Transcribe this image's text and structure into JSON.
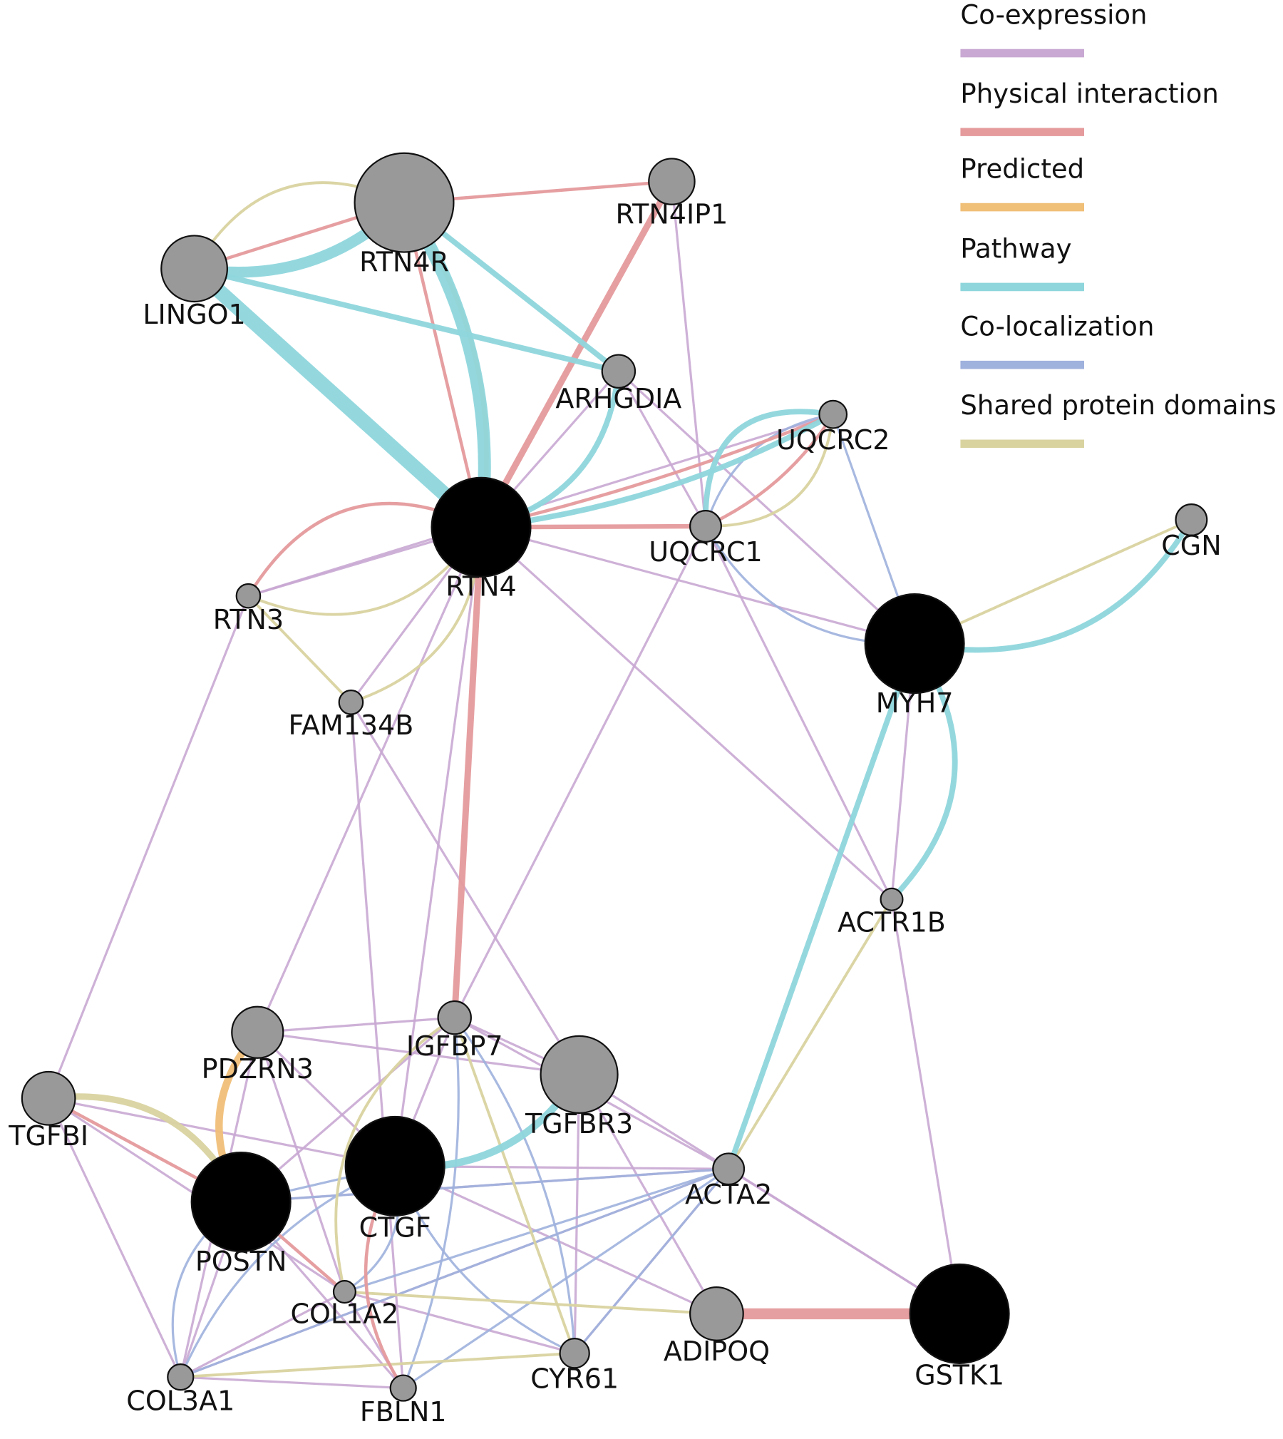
{
  "colors": {
    "coexpression": "#c9a9d3",
    "physical": "#e59a9c",
    "predicted": "#f0bf78",
    "pathway": "#8ed6dc",
    "colocalization": "#9fb1dd",
    "domains": "#d9d3a0",
    "query_node": "#000000",
    "related_node": "#999999"
  },
  "legend": [
    {
      "label": "Co-expression",
      "color_key": "coexpression"
    },
    {
      "label": "Physical interaction",
      "color_key": "physical"
    },
    {
      "label": "Predicted",
      "color_key": "predicted"
    },
    {
      "label": "Pathway",
      "color_key": "pathway"
    },
    {
      "label": "Co-localization",
      "color_key": "colocalization"
    },
    {
      "label": "Shared protein domains",
      "color_key": "domains"
    }
  ],
  "nodes": [
    {
      "id": "LINGO1",
      "label": "LINGO1",
      "type": "related"
    },
    {
      "id": "RTN4R",
      "label": "RTN4R",
      "type": "related"
    },
    {
      "id": "RTN4IP1",
      "label": "RTN4IP1",
      "type": "related"
    },
    {
      "id": "ARHGDIA",
      "label": "ARHGDIA",
      "type": "related"
    },
    {
      "id": "UQCRC2",
      "label": "UQCRC2",
      "type": "related"
    },
    {
      "id": "RTN4",
      "label": "RTN4",
      "type": "query"
    },
    {
      "id": "UQCRC1",
      "label": "UQCRC1",
      "type": "related"
    },
    {
      "id": "CGN",
      "label": "CGN",
      "type": "related"
    },
    {
      "id": "RTN3",
      "label": "RTN3",
      "type": "related"
    },
    {
      "id": "MYH7",
      "label": "MYH7",
      "type": "query"
    },
    {
      "id": "FAM134B",
      "label": "FAM134B",
      "type": "related"
    },
    {
      "id": "ACTR1B",
      "label": "ACTR1B",
      "type": "related"
    },
    {
      "id": "IGFBP7",
      "label": "IGFBP7",
      "type": "related"
    },
    {
      "id": "PDZRN3",
      "label": "PDZRN3",
      "type": "related"
    },
    {
      "id": "TGFBR3",
      "label": "TGFBR3",
      "type": "related"
    },
    {
      "id": "TGFBI",
      "label": "TGFBI",
      "type": "related"
    },
    {
      "id": "CTGF",
      "label": "CTGF",
      "type": "query"
    },
    {
      "id": "POSTN",
      "label": "POSTN",
      "type": "query"
    },
    {
      "id": "ACTA2",
      "label": "ACTA2",
      "type": "related"
    },
    {
      "id": "COL1A2",
      "label": "COL1A2",
      "type": "related"
    },
    {
      "id": "ADIPOQ",
      "label": "ADIPOQ",
      "type": "related"
    },
    {
      "id": "GSTK1",
      "label": "GSTK1",
      "type": "query"
    },
    {
      "id": "CYR61",
      "label": "CYR61",
      "type": "related"
    },
    {
      "id": "COL3A1",
      "label": "COL3A1",
      "type": "related"
    },
    {
      "id": "FBLN1",
      "label": "FBLN1",
      "type": "related"
    }
  ],
  "edges": [
    {
      "source": "LINGO1",
      "target": "RTN4",
      "type": "pathway"
    },
    {
      "source": "RTN4R",
      "target": "RTN4",
      "type": "pathway"
    },
    {
      "source": "LINGO1",
      "target": "RTN4R",
      "type": "pathway"
    },
    {
      "source": "LINGO1",
      "target": "ARHGDIA",
      "type": "pathway"
    },
    {
      "source": "RTN4R",
      "target": "ARHGDIA",
      "type": "pathway"
    },
    {
      "source": "ARHGDIA",
      "target": "RTN4",
      "type": "pathway"
    },
    {
      "source": "RTN4",
      "target": "UQCRC2",
      "type": "pathway"
    },
    {
      "source": "UQCRC1",
      "target": "UQCRC2",
      "type": "pathway"
    },
    {
      "source": "MYH7",
      "target": "CGN",
      "type": "pathway"
    },
    {
      "source": "MYH7",
      "target": "ACTR1B",
      "type": "pathway"
    },
    {
      "source": "MYH7",
      "target": "ACTA2",
      "type": "pathway"
    },
    {
      "source": "CTGF",
      "target": "TGFBR3",
      "type": "pathway"
    },
    {
      "source": "LINGO1",
      "target": "RTN4R",
      "type": "physical"
    },
    {
      "source": "RTN4R",
      "target": "RTN4IP1",
      "type": "physical"
    },
    {
      "source": "RTN4",
      "target": "RTN4IP1",
      "type": "physical"
    },
    {
      "source": "RTN4R",
      "target": "RTN4",
      "type": "physical"
    },
    {
      "source": "RTN4",
      "target": "UQCRC1",
      "type": "physical"
    },
    {
      "source": "RTN4",
      "target": "UQCRC2",
      "type": "physical"
    },
    {
      "source": "UQCRC1",
      "target": "UQCRC2",
      "type": "physical"
    },
    {
      "source": "RTN3",
      "target": "RTN4",
      "type": "physical"
    },
    {
      "source": "RTN4",
      "target": "IGFBP7",
      "type": "physical"
    },
    {
      "source": "TGFBI",
      "target": "POSTN",
      "type": "physical"
    },
    {
      "source": "CTGF",
      "target": "FBLN1",
      "type": "physical"
    },
    {
      "source": "POSTN",
      "target": "COL1A2",
      "type": "physical"
    },
    {
      "source": "ADIPOQ",
      "target": "GSTK1",
      "type": "physical"
    },
    {
      "source": "RTN4R",
      "target": "RTN4",
      "type": "predicted"
    },
    {
      "source": "PDZRN3",
      "target": "POSTN",
      "type": "predicted"
    },
    {
      "source": "LINGO1",
      "target": "RTN4R",
      "type": "domains"
    },
    {
      "source": "RTN3",
      "target": "RTN4",
      "type": "domains"
    },
    {
      "source": "RTN3",
      "target": "FAM134B",
      "type": "domains"
    },
    {
      "source": "FAM134B",
      "target": "RTN4",
      "type": "domains"
    },
    {
      "source": "UQCRC1",
      "target": "UQCRC2",
      "type": "domains"
    },
    {
      "source": "MYH7",
      "target": "CGN",
      "type": "domains"
    },
    {
      "source": "TGFBI",
      "target": "POSTN",
      "type": "domains"
    },
    {
      "source": "ACTR1B",
      "target": "ACTA2",
      "type": "domains"
    },
    {
      "source": "IGFBP7",
      "target": "COL1A2",
      "type": "domains"
    },
    {
      "source": "COL1A2",
      "target": "ADIPOQ",
      "type": "domains"
    },
    {
      "source": "COL3A1",
      "target": "CYR61",
      "type": "domains"
    },
    {
      "source": "IGFBP7",
      "target": "CYR61",
      "type": "domains"
    },
    {
      "source": "UQCRC2",
      "target": "MYH7",
      "type": "colocalization"
    },
    {
      "source": "UQCRC1",
      "target": "MYH7",
      "type": "colocalization"
    },
    {
      "source": "UQCRC1",
      "target": "UQCRC2",
      "type": "colocalization"
    },
    {
      "source": "POSTN",
      "target": "ACTA2",
      "type": "colocalization"
    },
    {
      "source": "COL1A2",
      "target": "ACTA2",
      "type": "colocalization"
    },
    {
      "source": "COL3A1",
      "target": "ACTA2",
      "type": "colocalization"
    },
    {
      "source": "POSTN",
      "target": "COL3A1",
      "type": "colocalization"
    },
    {
      "source": "CTGF",
      "target": "CYR61",
      "type": "colocalization"
    },
    {
      "source": "COL3A1",
      "target": "CTGF",
      "type": "colocalization"
    },
    {
      "source": "IGFBP7",
      "target": "CYR61",
      "type": "colocalization"
    },
    {
      "source": "FBLN1",
      "target": "IGFBP7",
      "type": "colocalization"
    },
    {
      "source": "COL1A2",
      "target": "CTGF",
      "type": "colocalization"
    },
    {
      "source": "FBLN1",
      "target": "ACTA2",
      "type": "colocalization"
    },
    {
      "source": "CYR61",
      "target": "ACTA2",
      "type": "colocalization"
    },
    {
      "source": "POSTN",
      "target": "CTGF",
      "type": "colocalization"
    },
    {
      "source": "RTN4IP1",
      "target": "UQCRC1",
      "type": "coexpression"
    },
    {
      "source": "ARHGDIA",
      "target": "UQCRC1",
      "type": "coexpression"
    },
    {
      "source": "ARHGDIA",
      "target": "MYH7",
      "type": "coexpression"
    },
    {
      "source": "RTN4",
      "target": "ARHGDIA",
      "type": "coexpression"
    },
    {
      "source": "RTN4",
      "target": "MYH7",
      "type": "coexpression"
    },
    {
      "source": "RTN4",
      "target": "ACTR1B",
      "type": "coexpression"
    },
    {
      "source": "RTN4",
      "target": "RTN3",
      "type": "coexpression"
    },
    {
      "source": "RTN4",
      "target": "FAM134B",
      "type": "coexpression"
    },
    {
      "source": "RTN4",
      "target": "CTGF",
      "type": "coexpression"
    },
    {
      "source": "RTN4",
      "target": "PDZRN3",
      "type": "coexpression"
    },
    {
      "source": "RTN3",
      "target": "UQCRC2",
      "type": "coexpression"
    },
    {
      "source": "RTN3",
      "target": "TGFBI",
      "type": "coexpression"
    },
    {
      "source": "UQCRC1",
      "target": "ACTR1B",
      "type": "coexpression"
    },
    {
      "source": "UQCRC1",
      "target": "IGFBP7",
      "type": "coexpression"
    },
    {
      "source": "MYH7",
      "target": "ACTR1B",
      "type": "coexpression"
    },
    {
      "source": "ACTR1B",
      "target": "GSTK1",
      "type": "coexpression"
    },
    {
      "source": "FAM134B",
      "target": "FBLN1",
      "type": "coexpression"
    },
    {
      "source": "FAM134B",
      "target": "TGFBR3",
      "type": "coexpression"
    },
    {
      "source": "PDZRN3",
      "target": "IGFBP7",
      "type": "coexpression"
    },
    {
      "source": "PDZRN3",
      "target": "TGFBR3",
      "type": "coexpression"
    },
    {
      "source": "PDZRN3",
      "target": "COL1A2",
      "type": "coexpression"
    },
    {
      "source": "PDZRN3",
      "target": "COL3A1",
      "type": "coexpression"
    },
    {
      "source": "PDZRN3",
      "target": "CTGF",
      "type": "coexpression"
    },
    {
      "source": "IGFBP7",
      "target": "TGFBR3",
      "type": "coexpression"
    },
    {
      "source": "IGFBP7",
      "target": "CTGF",
      "type": "coexpression"
    },
    {
      "source": "IGFBP7",
      "target": "ACTA2",
      "type": "coexpression"
    },
    {
      "source": "IGFBP7",
      "target": "POSTN",
      "type": "coexpression"
    },
    {
      "source": "TGFBR3",
      "target": "ADIPOQ",
      "type": "coexpression"
    },
    {
      "source": "TGFBR3",
      "target": "GSTK1",
      "type": "coexpression"
    },
    {
      "source": "TGFBR3",
      "target": "CYR61",
      "type": "coexpression"
    },
    {
      "source": "TGFBI",
      "target": "COL3A1",
      "type": "coexpression"
    },
    {
      "source": "TGFBI",
      "target": "COL1A2",
      "type": "coexpression"
    },
    {
      "source": "TGFBI",
      "target": "CTGF",
      "type": "coexpression"
    },
    {
      "source": "CTGF",
      "target": "ACTA2",
      "type": "coexpression"
    },
    {
      "source": "CTGF",
      "target": "ADIPOQ",
      "type": "coexpression"
    },
    {
      "source": "POSTN",
      "target": "COL3A1",
      "type": "coexpression"
    },
    {
      "source": "POSTN",
      "target": "FBLN1",
      "type": "coexpression"
    },
    {
      "source": "POSTN",
      "target": "ACTA2",
      "type": "coexpression"
    },
    {
      "source": "COL1A2",
      "target": "COL3A1",
      "type": "coexpression"
    },
    {
      "source": "COL1A2",
      "target": "FBLN1",
      "type": "coexpression"
    },
    {
      "source": "COL1A2",
      "target": "CYR61",
      "type": "coexpression"
    },
    {
      "source": "COL3A1",
      "target": "FBLN1",
      "type": "coexpression"
    },
    {
      "source": "COL3A1",
      "target": "ACTA2",
      "type": "coexpression"
    },
    {
      "source": "ACTA2",
      "target": "GSTK1",
      "type": "coexpression"
    },
    {
      "source": "CYR61",
      "target": "ACTA2",
      "type": "coexpression"
    }
  ]
}
